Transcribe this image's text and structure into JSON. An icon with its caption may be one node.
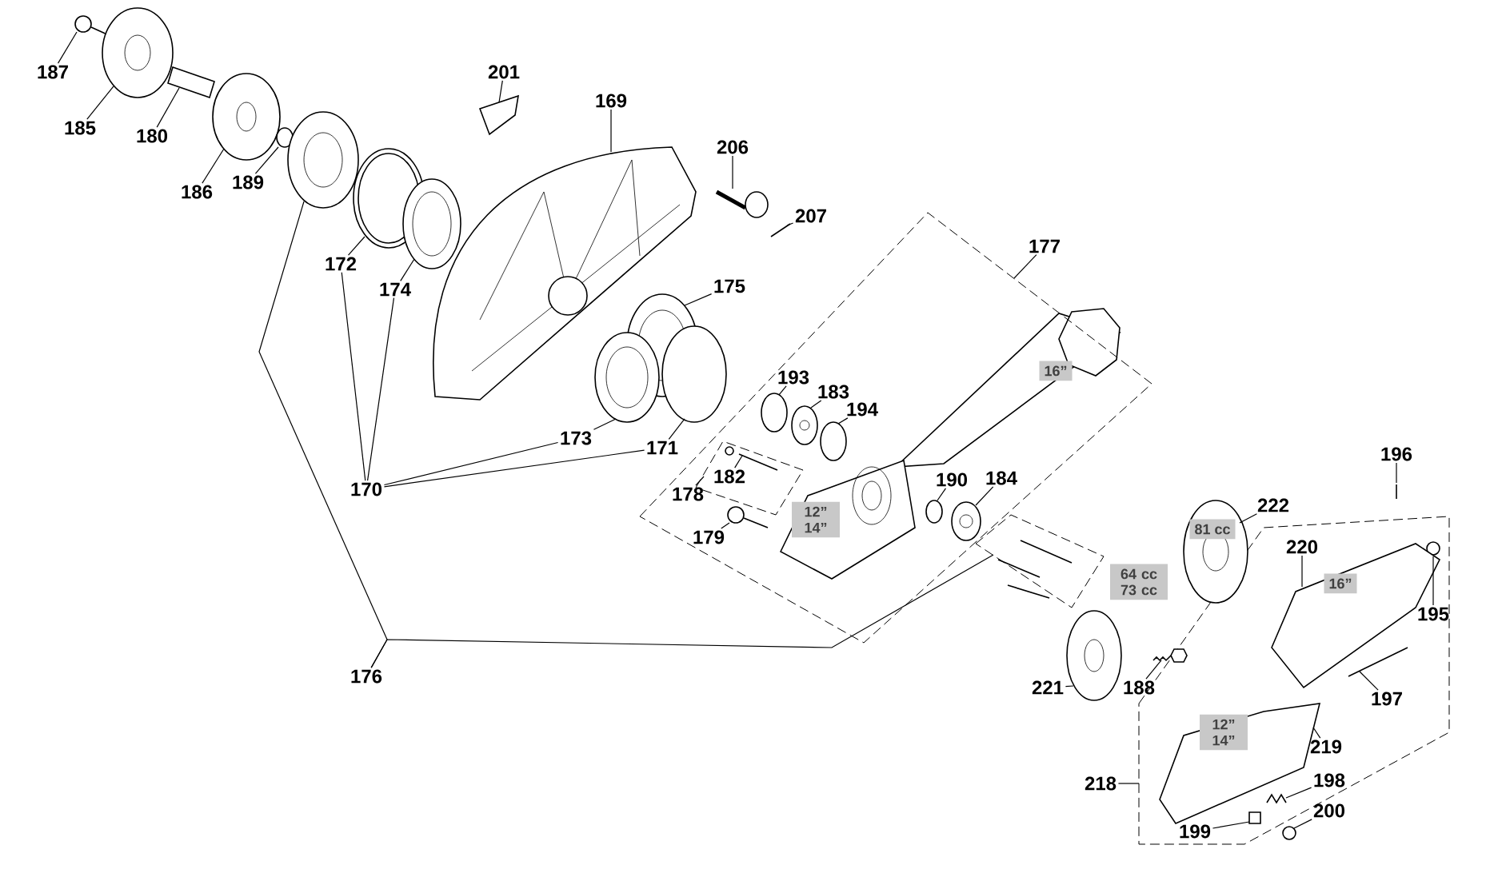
{
  "diagram": {
    "nodes": [
      {
        "text": [],
        "shape": "box"
      },
      {
        "text": [],
        "shape": "box",
        "in": 0
      },
      {
        "text": [],
        "shape": "box"
      },
      {
        "text": [],
        "shape": "box"
      },
      {
        "text": [
          "187"
        ]
      },
      {
        "text": [
          "185"
        ]
      },
      {
        "text": [
          "180"
        ]
      },
      {
        "text": [
          "186"
        ]
      },
      {
        "text": [
          "189"
        ]
      },
      {
        "text": [
          "201"
        ]
      },
      {
        "text": [
          "169"
        ]
      },
      {
        "text": [
          "206"
        ]
      },
      {
        "text": [
          "207"
        ]
      },
      {
        "text": [
          "172"
        ]
      },
      {
        "text": [
          "174"
        ]
      },
      {
        "text": [
          "175"
        ]
      },
      {
        "text": [
          "177"
        ]
      },
      {
        "text": [
          "193"
        ],
        "in": 0
      },
      {
        "text": [
          "183"
        ],
        "in": 0
      },
      {
        "text": [
          "194"
        ],
        "in": 0
      },
      {
        "text": [
          "173"
        ]
      },
      {
        "text": [
          "171"
        ]
      },
      {
        "text": [
          "170"
        ]
      },
      {
        "text": [
          "182"
        ],
        "in": 1
      },
      {
        "text": [
          "178"
        ],
        "in": 0
      },
      {
        "text": [
          "179"
        ],
        "in": 0
      },
      {
        "text": [
          "190"
        ],
        "in": 0
      },
      {
        "text": [
          "184"
        ],
        "in": 0
      },
      {
        "text": [
          "196"
        ]
      },
      {
        "text": [
          "222"
        ]
      },
      {
        "text": [
          "220"
        ],
        "in": 3
      },
      {
        "text": [
          "195"
        ],
        "in": 3
      },
      {
        "text": [
          "176"
        ]
      },
      {
        "text": [
          "221"
        ]
      },
      {
        "text": [
          "188"
        ]
      },
      {
        "text": [
          "197"
        ],
        "in": 3
      },
      {
        "text": [
          "219"
        ],
        "in": 3
      },
      {
        "text": [
          "218"
        ]
      },
      {
        "text": [
          "198"
        ],
        "in": 3
      },
      {
        "text": [
          "199"
        ],
        "in": 3
      },
      {
        "text": [
          "200"
        ]
      },
      {
        "text": [],
        "shape": "picture"
      },
      {
        "text": [],
        "shape": "picture"
      },
      {
        "text": [],
        "shape": "picture"
      },
      {
        "text": [],
        "shape": "picture"
      },
      {
        "text": [],
        "shape": "circle"
      },
      {
        "text": [],
        "shape": "picture"
      },
      {
        "text": [],
        "shape": "picture"
      },
      {
        "text": [],
        "shape": "picture"
      },
      {
        "text": [],
        "shape": "picture"
      },
      {
        "text": [],
        "shape": "picture"
      },
      {
        "text": [],
        "shape": "picture"
      },
      {
        "text": [],
        "shape": "picture"
      },
      {
        "text": [],
        "shape": "picture"
      },
      {
        "text": [],
        "shape": "picture"
      },
      {
        "text": [],
        "shape": "circle"
      },
      {
        "text": [],
        "shape": "circle",
        "in": 0
      },
      {
        "text": [],
        "shape": "picture",
        "in": 0
      },
      {
        "text": [],
        "shape": "circle",
        "in": 0
      },
      {
        "text": [],
        "shape": "picture",
        "in": 1
      },
      {
        "text": [],
        "shape": "picture",
        "in": 0
      },
      {
        "text": [],
        "shape": "circle",
        "in": 0
      },
      {
        "text": [],
        "shape": "picture",
        "in": 0
      },
      {
        "text": [],
        "shape": "picture"
      },
      {
        "text": [],
        "shape": "picture"
      },
      {
        "text": [],
        "shape": "picture",
        "in": 3
      },
      {
        "text": [],
        "shape": "picture"
      },
      {
        "text": [],
        "shape": "circle",
        "in": 3
      },
      {
        "text": [],
        "shape": "picture",
        "in": 3
      },
      {
        "text": [],
        "shape": "picture",
        "in": 3
      },
      {
        "text": [],
        "shape": "picture",
        "in": 3
      },
      {
        "text": [],
        "shape": "picture",
        "in": 3
      },
      {
        "text": [],
        "shape": "box",
        "in": 3
      },
      {
        "text": [],
        "shape": "circle",
        "in": 3
      },
      {
        "text": [
          "16”"
        ],
        "in": 0
      },
      {
        "text": [
          "12” 14”"
        ],
        "in": 0
      },
      {
        "text": [
          "81 cc"
        ],
        "in": 64
      },
      {
        "text": [
          "64 cc 73 cc"
        ]
      },
      {
        "text": [
          "16”"
        ],
        "in": 68
      },
      {
        "text": [
          "12” 14”"
        ],
        "in": 70
      }
    ],
    "edges": [
      {
        "from": 4,
        "to": 41,
        "arrow": "none"
      },
      {
        "from": 5,
        "to": 42,
        "arrow": "none"
      },
      {
        "from": 6,
        "to": 43,
        "arrow": "none"
      },
      {
        "from": 7,
        "to": 44,
        "arrow": "none"
      },
      {
        "from": 8,
        "to": 45,
        "arrow": "none"
      },
      {
        "from": 9,
        "to": 49,
        "arrow": "none"
      },
      {
        "from": 10,
        "to": 50,
        "arrow": "none"
      },
      {
        "from": 11,
        "to": 51,
        "arrow": "none"
      },
      {
        "from": 12,
        "to": 52,
        "arrow": "none"
      },
      {
        "from": 13,
        "to": 47,
        "arrow": "none"
      },
      {
        "from": 14,
        "to": 48,
        "arrow": "none"
      },
      {
        "from": 15,
        "to": 53,
        "arrow": "none"
      },
      {
        "from": 16,
        "to": 0,
        "arrow": "none"
      },
      {
        "from": 17,
        "to": 56,
        "arrow": "none"
      },
      {
        "from": 18,
        "to": 57,
        "arrow": "none"
      },
      {
        "from": 19,
        "to": 58,
        "arrow": "none"
      },
      {
        "from": 20,
        "to": 54,
        "arrow": "none"
      },
      {
        "from": 21,
        "to": 55,
        "arrow": "none"
      },
      {
        "from": 22,
        "to": 13,
        "arrow": "none"
      },
      {
        "from": 22,
        "to": 14,
        "arrow": "none"
      },
      {
        "from": 22,
        "to": 20,
        "arrow": "none"
      },
      {
        "from": 22,
        "to": 21,
        "arrow": "none"
      },
      {
        "from": 23,
        "to": 59,
        "arrow": "none"
      },
      {
        "from": 24,
        "to": 1,
        "arrow": "none"
      },
      {
        "from": 25,
        "to": 60,
        "arrow": "none"
      },
      {
        "from": 26,
        "to": 61,
        "arrow": "none"
      },
      {
        "from": 27,
        "to": 62,
        "arrow": "none"
      },
      {
        "from": 28,
        "to": 66,
        "arrow": "none"
      },
      {
        "from": 29,
        "to": 64,
        "arrow": "none"
      },
      {
        "from": 30,
        "to": 68,
        "arrow": "none"
      },
      {
        "from": 31,
        "to": 67,
        "arrow": "none"
      },
      {
        "from": 32,
        "to": 46,
        "arrow": "none"
      },
      {
        "from": 32,
        "to": 2,
        "arrow": "none"
      },
      {
        "from": 33,
        "to": 63,
        "arrow": "none"
      },
      {
        "from": 34,
        "to": 65,
        "arrow": "none"
      },
      {
        "from": 35,
        "to": 69,
        "arrow": "none"
      },
      {
        "from": 36,
        "to": 70,
        "arrow": "none"
      },
      {
        "from": 37,
        "to": 3,
        "arrow": "none"
      },
      {
        "from": 38,
        "to": 71,
        "arrow": "none"
      },
      {
        "from": 39,
        "to": 72,
        "arrow": "none"
      },
      {
        "from": 40,
        "to": 73,
        "arrow": "none"
      }
    ]
  }
}
